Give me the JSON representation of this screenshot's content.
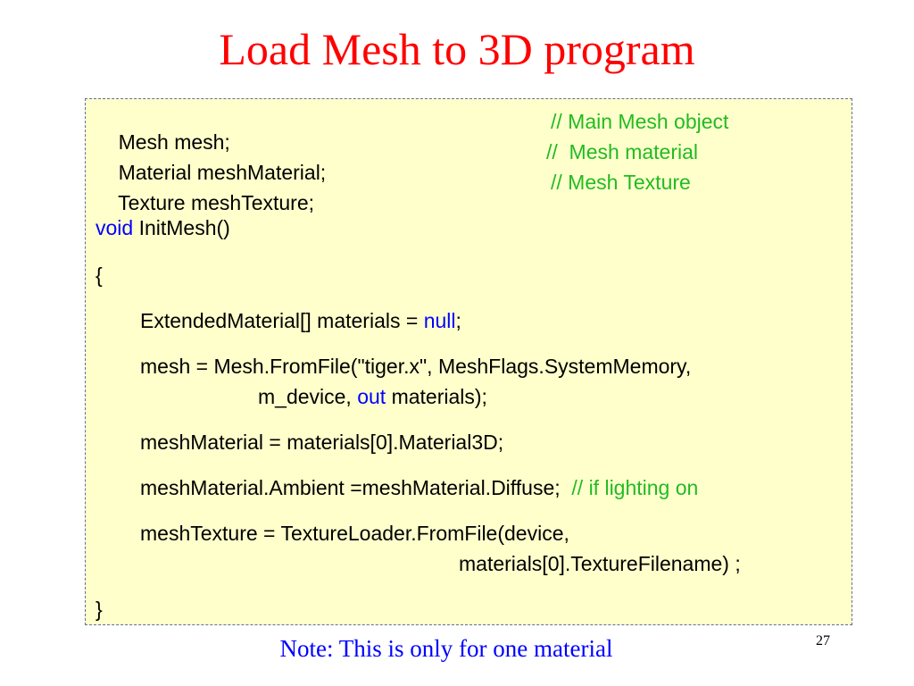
{
  "slide": {
    "title": "Load Mesh to 3D program",
    "note": "Note:  This is only for one material",
    "page_number": "27"
  },
  "code": {
    "l1_code": "Mesh mesh;",
    "l1_comment": "// Main Mesh object",
    "l2_code": "Material meshMaterial;",
    "l2_comment": "//  Mesh material",
    "l3_code": "Texture meshTexture;",
    "l3_comment": "// Mesh Texture",
    "l4_kw": "void",
    "l4_rest": " InitMesh()",
    "l5": "{",
    "l6_pre": "ExtendedMaterial[] materials = ",
    "l6_kw": "null",
    "l6_post": ";",
    "l7": "mesh = Mesh.FromFile(\"tiger.x\", MeshFlags.SystemMemory,",
    "l8_pre": "m_device, ",
    "l8_kw": "out",
    "l8_post": " materials);",
    "l9": "meshMaterial = materials[0].Material3D;",
    "l10_code": "meshMaterial.Ambient =meshMaterial.Diffuse;",
    "l10_comment": "  // if lighting on",
    "l11": "meshTexture = TextureLoader.FromFile(device,",
    "l12": "materials[0].TextureFilename) ;",
    "l13": "}"
  },
  "colors": {
    "title": "#ff0000",
    "keyword": "#0000ff",
    "comment": "#22bb22",
    "code_background": "#ffffcc",
    "note": "#0000ff"
  }
}
